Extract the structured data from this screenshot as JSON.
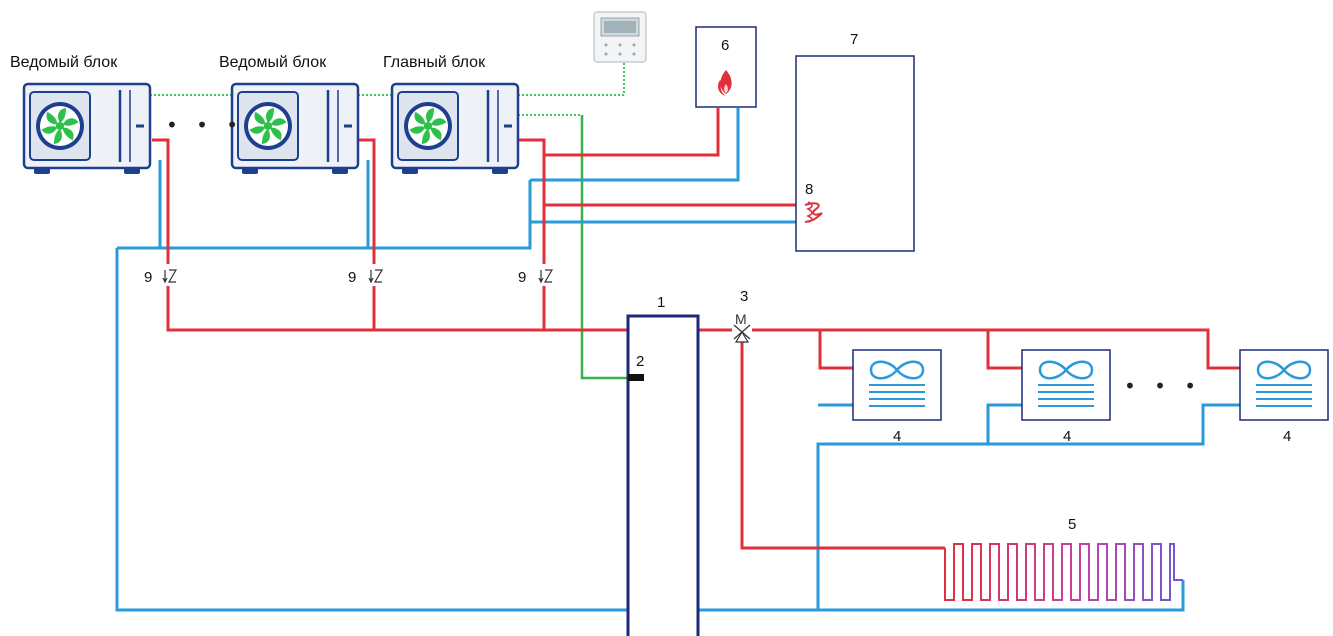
{
  "units": {
    "slave_1_label": "Ведомый блок",
    "slave_2_label": "Ведомый блок",
    "main_label": "Главный блок"
  },
  "numbers": {
    "tank": "1",
    "sensor": "2",
    "valve": "3",
    "fan_coil": "4",
    "floor_heating": "5",
    "boiler": "6",
    "dhw_tank": "7",
    "coil": "8",
    "check_valve": "9"
  },
  "ellipsis": "• • •",
  "colors": {
    "supply": "#e0303b",
    "return": "#2a9ad8",
    "control": "#34b24a",
    "unit_frame": "#1d3f8e",
    "fan": "#2fbf4b",
    "tank_frame": "#1b2a7a"
  },
  "icons": [
    "fan-icon",
    "flame-icon",
    "coil-icon",
    "motor-valve-icon",
    "check-valve-icon",
    "fan-coil-icon",
    "controller-icon"
  ]
}
